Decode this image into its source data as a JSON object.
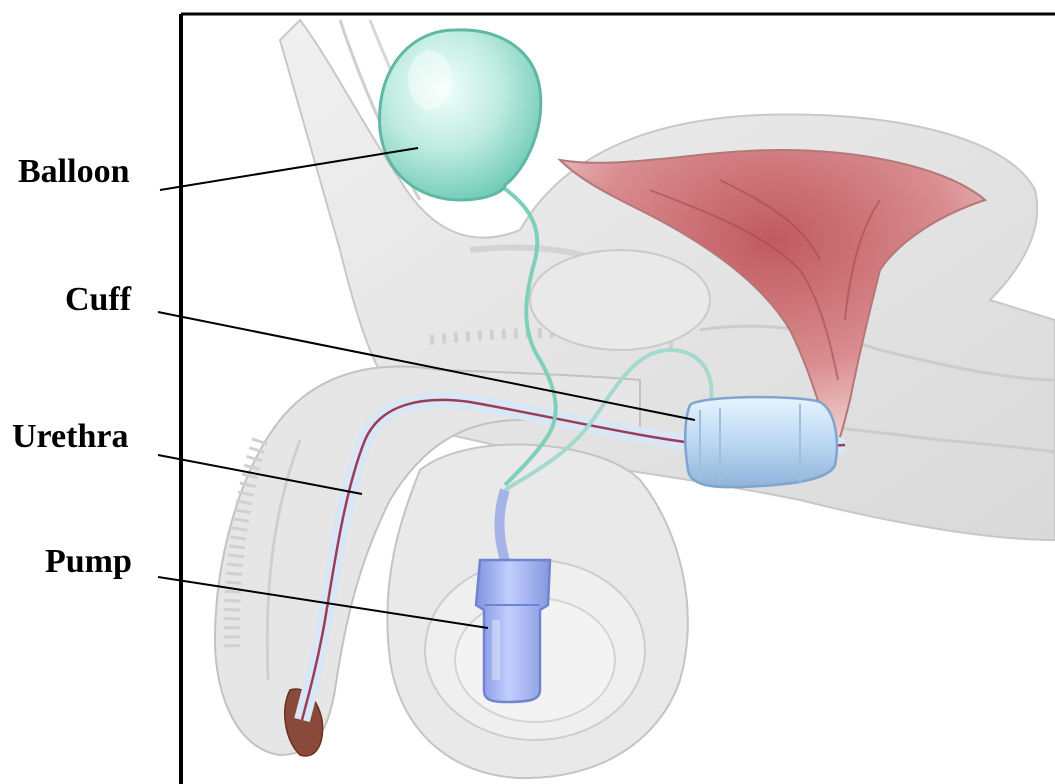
{
  "labels": {
    "balloon": "Balloon",
    "cuff": "Cuff",
    "urethra": "Urethra",
    "pump": "Pump"
  },
  "colors": {
    "device_aqua": "#9fe0cf",
    "device_blue": "#a9c9ee",
    "pump_blue": "#9fb2f0",
    "tissue_gray": "#e4e4e4",
    "tissue_line": "#c4c4c4",
    "bladder_red": "#b8545a",
    "urethra_line": "#9b3d58",
    "leader_line": "#000000"
  }
}
